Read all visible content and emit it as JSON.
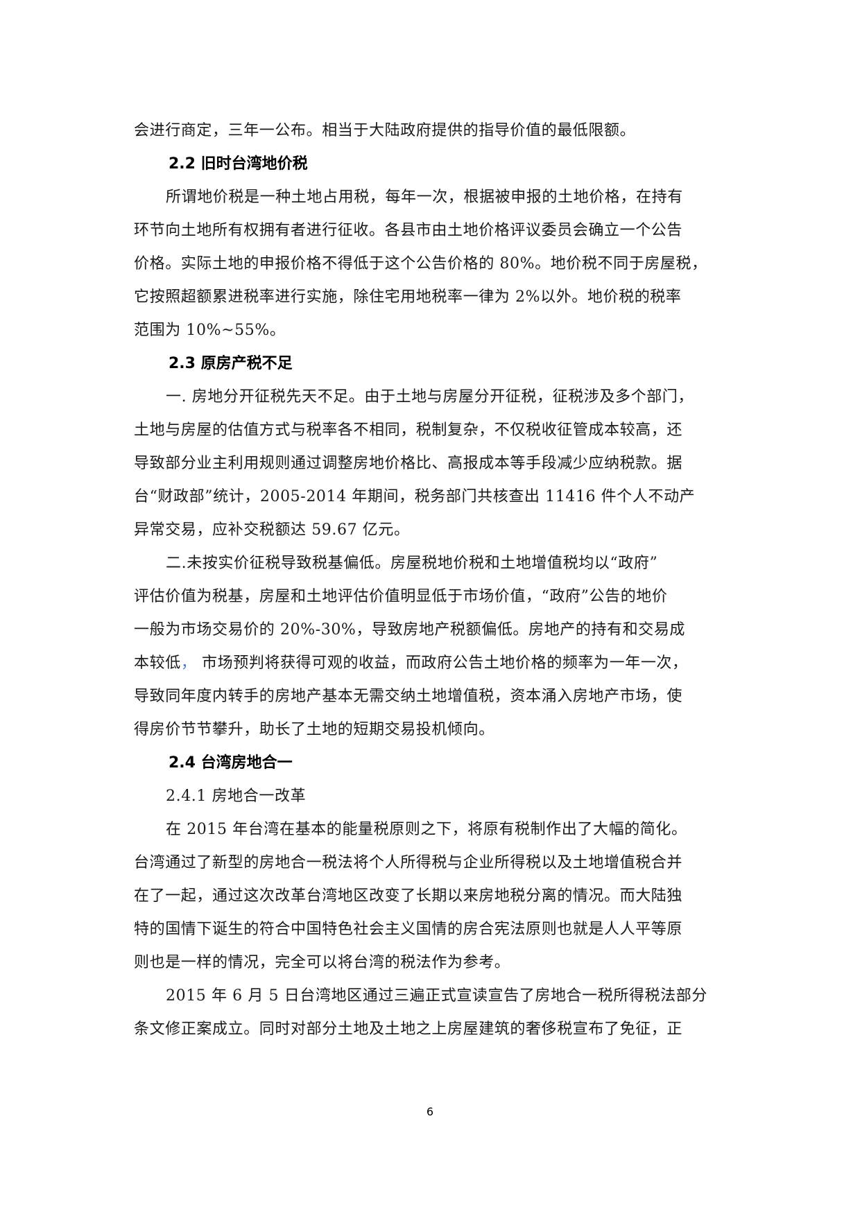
{
  "document": {
    "lines": [
      {
        "type": "cont",
        "text": "会进行商定，三年一公布。相当于大陆政府提供的指导价值的最低限额。"
      },
      {
        "type": "heading",
        "text": "2.2 旧时台湾地价税"
      },
      {
        "type": "first",
        "text": "所谓地价税是一种土地占用税，每年一次，根据被申报的土地价格，在持有"
      },
      {
        "type": "cont",
        "text": "环节向土地所有权拥有者进行征收。各县市由土地价格评议委员会确立一个公告"
      },
      {
        "type": "cont",
        "text": "价格。实际土地的申报价格不得低于这个公告价格的 80%。地价税不同于房屋税，"
      },
      {
        "type": "cont",
        "text": "它按照超额累进税率进行实施，除住宅用地税率一律为 2%以外。地价税的税率"
      },
      {
        "type": "cont",
        "text": "范围为 10%~55%。"
      },
      {
        "type": "heading",
        "text": "2.3 原房产税不足"
      },
      {
        "type": "first",
        "text": "一. 房地分开征税先天不足。由于土地与房屋分开征税，征税涉及多个部门，"
      },
      {
        "type": "cont",
        "text": "土地与房屋的估值方式与税率各不相同，税制复杂，不仅税收征管成本较高，还"
      },
      {
        "type": "cont",
        "text": "导致部分业主利用规则通过调整房地价格比、高报成本等手段减少应纳税款。据"
      },
      {
        "type": "cont",
        "text": "台“财政部”统计，2005-2014 年期间，税务部门共核查出 11416 件个人不动产"
      },
      {
        "type": "cont",
        "text": "异常交易，应补交税额达 59.67 亿元。"
      },
      {
        "type": "first",
        "text": "二.未按实价征税导致税基偏低。房屋税地价税和土地增值税均以“政府”"
      },
      {
        "type": "cont",
        "text": "评估价值为税基，房屋和土地评估价值明显低于市场价值，“政府”公告的地价"
      },
      {
        "type": "cont",
        "text": "一般为市场交易价的 20%-30%，导致房地产税额偏低。房地产的持有和交易成"
      },
      {
        "type": "cont",
        "text_before": "本较低",
        "text_blue": "，",
        "text_after": " 市场预判将获得可观的收益，而政府公告土地价格的频率为一年一次，"
      },
      {
        "type": "cont",
        "text": "导致同年度内转手的房地产基本无需交纳土地增值税，资本涌入房地产市场，使"
      },
      {
        "type": "cont",
        "text": "得房价节节攀升，助长了土地的短期交易投机倾向。"
      },
      {
        "type": "heading",
        "text": "2.4 台湾房地合一"
      },
      {
        "type": "sub",
        "text": "2.4.1 房地合一改革"
      },
      {
        "type": "first",
        "text": "在 2015 年台湾在基本的能量税原则之下，将原有税制作出了大幅的简化。"
      },
      {
        "type": "cont",
        "text": "台湾通过了新型的房地合一税法将个人所得税与企业所得税以及土地增值税合并"
      },
      {
        "type": "cont",
        "text": "在了一起，通过这次改革台湾地区改变了长期以来房地税分离的情况。而大陆独"
      },
      {
        "type": "cont",
        "text": "特的国情下诞生的符合中国特色社会主义国情的房合宪法原则也就是人人平等原"
      },
      {
        "type": "cont",
        "text": "则也是一样的情况，完全可以将台湾的税法作为参考。"
      },
      {
        "type": "first",
        "text": "2015 年 6 月 5 日台湾地区通过三遍正式宣读宣告了房地合一税所得税法部分"
      },
      {
        "type": "cont",
        "text": "条文修正案成立。同时对部分土地及土地之上房屋建筑的奢侈税宣布了免征，正"
      }
    ],
    "page_number": "6",
    "colors": {
      "text": "#1a1a1a",
      "highlight_comma": "#4a7bd0",
      "background": "#ffffff"
    }
  }
}
